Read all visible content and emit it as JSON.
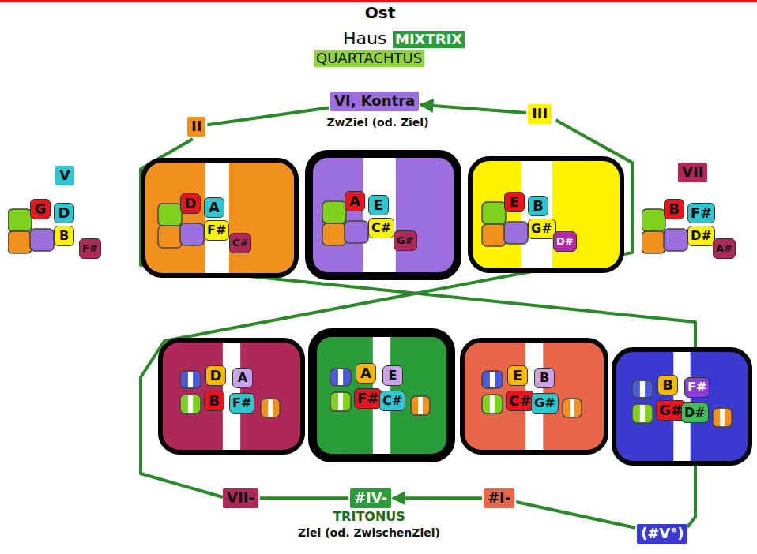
{
  "diagram": {
    "nodes": [
      {
        "text": [
          "VI, Kontra"
        ]
      },
      {
        "text": [
          "II"
        ]
      },
      {
        "text": [
          "III"
        ]
      },
      {
        "text": [
          "V"
        ]
      },
      {
        "text": [
          "G",
          "D",
          "B",
          "F#"
        ]
      },
      {
        "text": [
          "D",
          "A",
          "F#",
          "C#"
        ]
      },
      {
        "text": [
          "A",
          "E",
          "C#",
          "G#"
        ]
      },
      {
        "text": [
          "E",
          "B",
          "G#",
          "D#"
        ]
      },
      {
        "text": [
          "VII"
        ]
      },
      {
        "text": [
          "B",
          "F#",
          "D#",
          "A#"
        ]
      },
      {
        "text": [
          "D",
          "A",
          "B",
          "F#"
        ]
      },
      {
        "text": [
          "A",
          "E",
          "F#",
          "C#"
        ]
      },
      {
        "text": [
          "E",
          "B",
          "C#",
          "G#"
        ]
      },
      {
        "text": [
          "B",
          "F#",
          "G#",
          "D#"
        ]
      },
      {
        "text": [
          "VII-"
        ]
      },
      {
        "text": [
          "#IV-"
        ]
      },
      {
        "text": [
          "#I-"
        ]
      },
      {
        "text": [
          "(#V°)"
        ]
      }
    ],
    "edges": [
      {
        "from": 2,
        "to": 0,
        "arrow": "to"
      },
      {
        "from": 1,
        "to": 0,
        "arrow": "none"
      },
      {
        "from": 16,
        "to": 15,
        "arrow": "to"
      },
      {
        "from": 14,
        "to": 15,
        "arrow": "none"
      },
      {
        "from": 16,
        "to": 17,
        "arrow": "none"
      }
    ],
    "labels": [
      "Ost",
      "Haus",
      "MIXTRIX",
      "QUARTACHTUS",
      "ZwZiel (od. Ziel)",
      "TRITONUS",
      "Ziel (od. ZwischenZiel)"
    ]
  }
}
